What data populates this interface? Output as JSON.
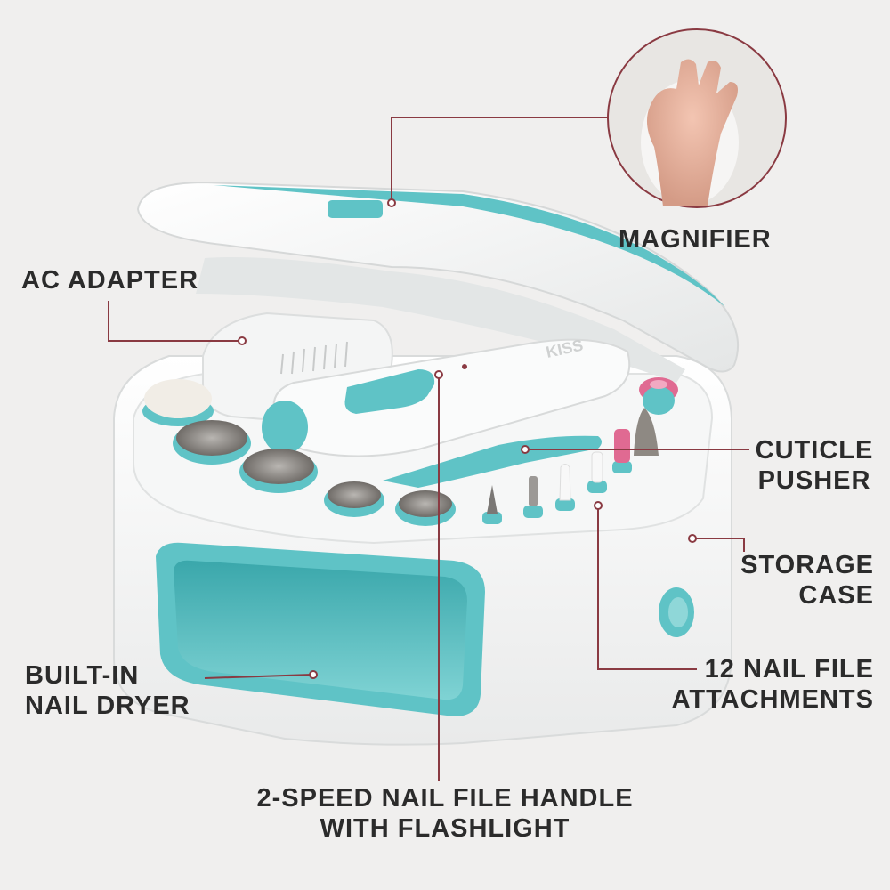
{
  "labels": {
    "magnifier": "MAGNIFIER",
    "ac_adapter": "AC ADAPTER",
    "cuticle_pusher": [
      "CUTICLE",
      "PUSHER"
    ],
    "storage_case": [
      "STORAGE",
      "CASE"
    ],
    "nail_file_attachments": [
      "12 NAIL FILE",
      "ATTACHMENTS"
    ],
    "nail_dryer": [
      "BUILT-IN",
      "NAIL DRYER"
    ],
    "file_handle": [
      "2-SPEED NAIL FILE HANDLE",
      "WITH FLASHLIGHT"
    ]
  },
  "brand_mark": "KISS",
  "colors": {
    "accent_teal": "#5fc3c6",
    "leader_line": "#8a3a42",
    "case_white": "#fbfbfb",
    "background": "#f0efee"
  }
}
